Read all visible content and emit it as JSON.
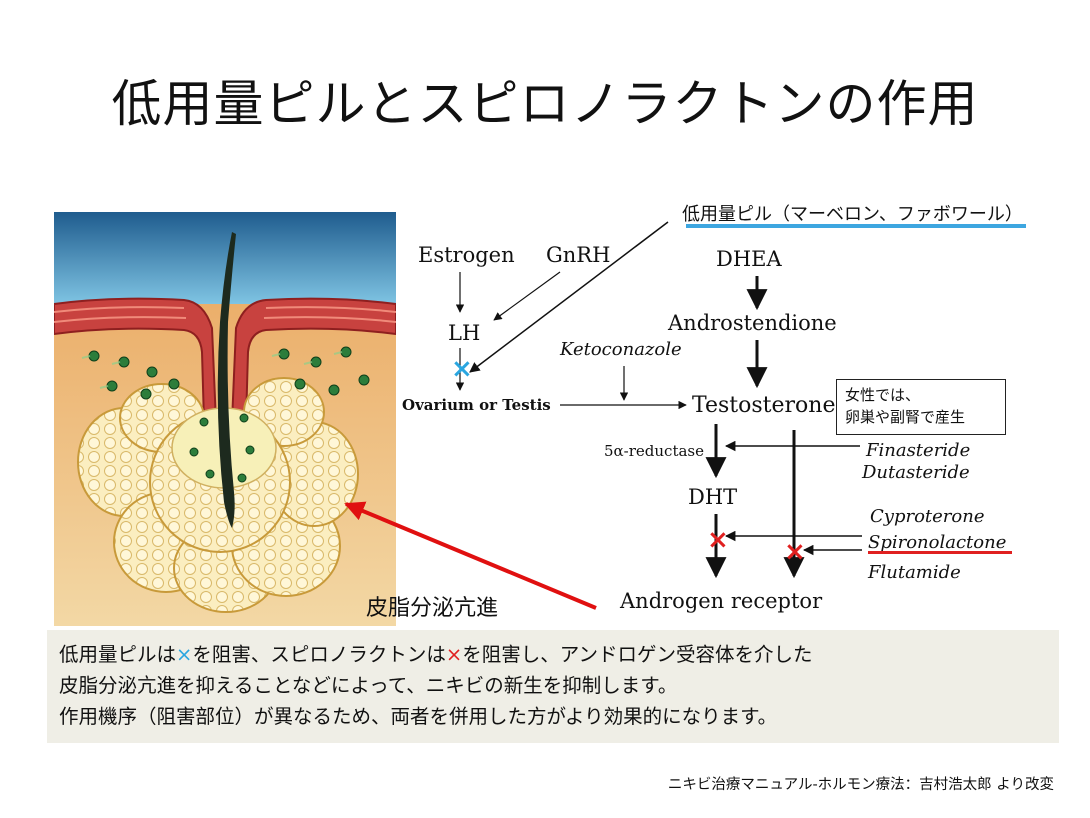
{
  "title": "低用量ピルとスピロノラクトンの作用",
  "pathway": {
    "pill_label": "低用量ピル（マーベロン、ファボワール）",
    "estrogen": "Estrogen",
    "gnrh": "GnRH",
    "lh": "LH",
    "ovarium": "Ovarium or Testis",
    "ketoconazole": "Ketoconazole",
    "testosterone": "Testosterone",
    "dhea": "DHEA",
    "androstendione": "Androstendione",
    "reductase": "5α-reductase",
    "dht": "DHT",
    "receptor": "Androgen receptor",
    "finasteride": "Finasteride",
    "dutasteride": "Dutasteride",
    "cyproterone": "Cyproterone",
    "spironolactone": "Spironolactone",
    "flutamide": "Flutamide",
    "info_line1": "女性では、",
    "info_line2": "卵巣や副腎で産生",
    "block_mark": "×"
  },
  "illustration": {
    "sebum_label": "皮脂分泌亢進"
  },
  "summary": {
    "line1_a": "低用量ピルは",
    "line1_mark_blue": "×",
    "line1_b": "を阻害、スピロノラクトンは",
    "line1_mark_red": "×",
    "line1_c": "を阻害し、アンドロゲン受容体を介した",
    "line2": "皮脂分泌亢進を抑えることなどによって、ニキビの新生を抑制します。",
    "line3": "作用機序（阻害部位）が異なるため、両者を併用した方がより効果的になります。"
  },
  "source": "ニキビ治療マニュアル-ホルモン療法：吉村浩太郎 より改変",
  "colors": {
    "blue_mark": "#2aa6e0",
    "red_mark": "#e02020",
    "summary_bg": "#efeee6"
  }
}
